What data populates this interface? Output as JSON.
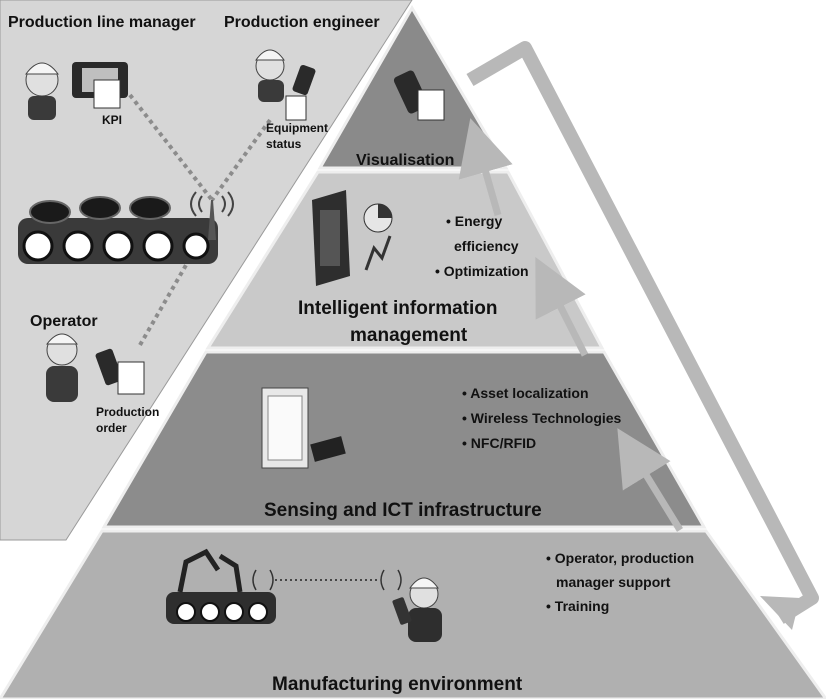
{
  "roles": {
    "production_line_manager": "Production  line manager",
    "production_engineer": "Production  engineer",
    "operator": "Operator",
    "kpi": "KPI",
    "equipment_status_line1": "Equipment",
    "equipment_status_line2": "status",
    "production_order_line1": "Production",
    "production_order_line2": "order"
  },
  "layers": {
    "visualisation": {
      "title": "Visualisation"
    },
    "intelligent": {
      "title_line1": "Intelligent information",
      "title_line2": "management",
      "bullets": [
        "Energy",
        "efficiency",
        "Optimization"
      ]
    },
    "sensing": {
      "title": "Sensing and ICT infrastructure",
      "bullets": [
        "Asset localization",
        "Wireless Technologies",
        "NFC/RFID"
      ]
    },
    "manufacturing": {
      "title": "Manufacturing environment",
      "bullets": [
        "Operator, production",
        "manager support",
        "Training"
      ]
    }
  },
  "colors": {
    "left_panel": "#d6d6d6",
    "layer_top": "#8a8a8a",
    "layer_intelligent": "#c9c9c9",
    "layer_sensing": "#8c8c8c",
    "layer_manufacturing": "#b0b0b0",
    "arrow": "#b8b8b8"
  }
}
